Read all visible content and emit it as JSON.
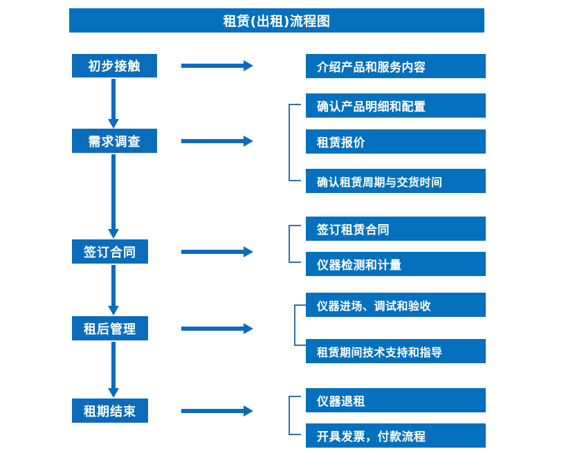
{
  "diagram": {
    "title": "租赁(出租)流程图",
    "colors": {
      "header_bg": "#0570bd",
      "stage_bg": "#0b6cbb",
      "detail_bg": "#0570bd",
      "arrow": "#0b6cbb",
      "bracket": "#2f6fad",
      "text": "#ffffff",
      "page_bg": "#ffffff"
    },
    "stages": [
      {
        "label": "初步接触"
      },
      {
        "label": "需求调查"
      },
      {
        "label": "签订合同"
      },
      {
        "label": "租后管理"
      },
      {
        "label": "租期结束"
      }
    ],
    "details": [
      {
        "label": "介绍产品和服务内容"
      },
      {
        "label": "确认产品明细和配置"
      },
      {
        "label": "租赁报价"
      },
      {
        "label": "确认租赁周期与交货时间"
      },
      {
        "label": "签订租赁合同"
      },
      {
        "label": "仪器检测和计量"
      },
      {
        "label": "仪器进场、调试和验收"
      },
      {
        "label": "租赁期间技术支持和指导"
      },
      {
        "label": "仪器退租"
      },
      {
        "label": "开具发票，付款流程"
      }
    ],
    "icons": {
      "right_arrow": "right-arrow-icon",
      "down_arrow": "down-arrow-icon",
      "group_bracket": "group-bracket-icon"
    }
  }
}
